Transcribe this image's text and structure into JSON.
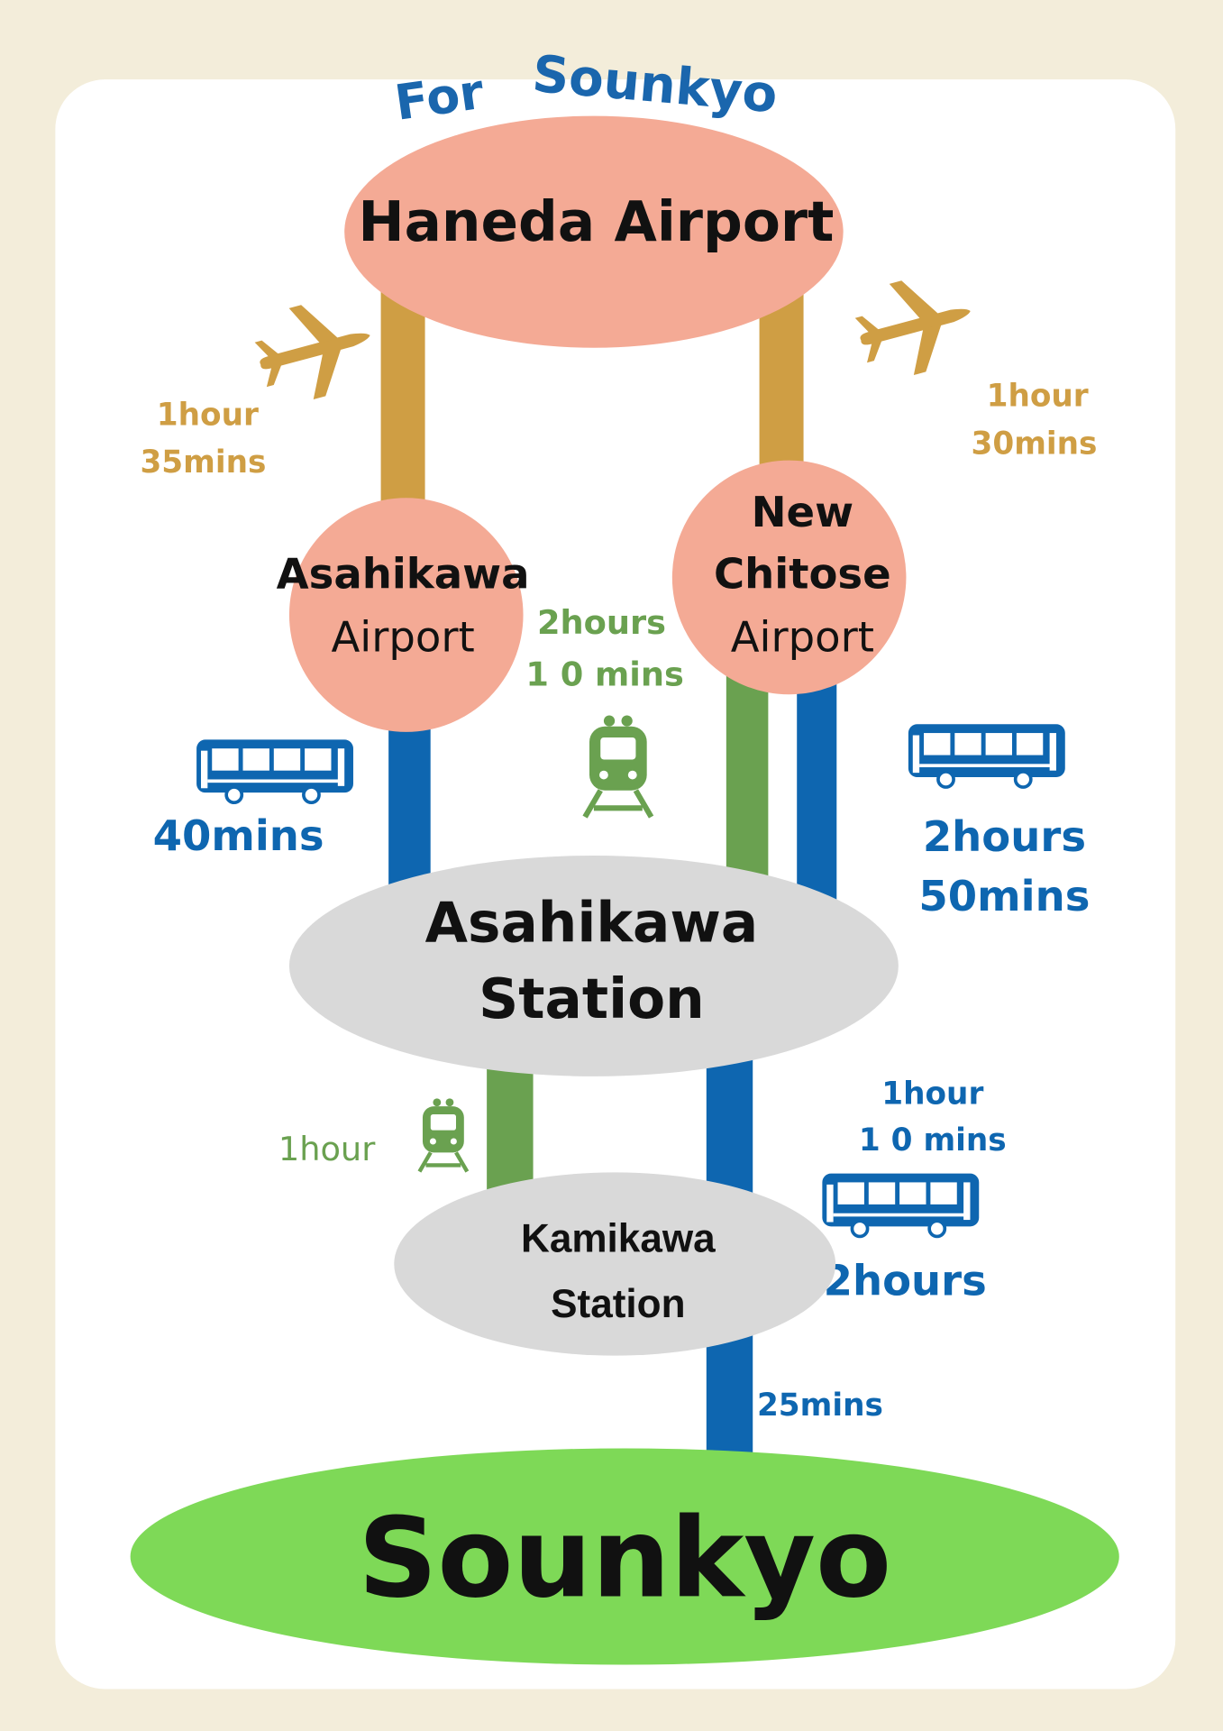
{
  "header": {
    "for_label": "For",
    "destination_label": "Sounkyo"
  },
  "nodes": {
    "haneda": "Haneda Airport",
    "asahikawa_airport": {
      "line1": "Asahikawa",
      "line2": "Airport"
    },
    "new_chitose": {
      "line1": "New",
      "line2": "Chitose",
      "line3": "Airport"
    },
    "asahikawa_station": {
      "line1": "Asahikawa",
      "line2": "Station"
    },
    "kamikawa_station": {
      "line1": "Kamikawa",
      "line2": "Station"
    },
    "sounkyo": "Sounkyo"
  },
  "routes": {
    "flight_asahikawa": {
      "line1": "1hour",
      "line2": "35mins",
      "icon": "airplane-icon"
    },
    "flight_chitose": {
      "line1": "1hour",
      "line2": "30mins",
      "icon": "airplane-icon"
    },
    "bus_asahikawa_airport": {
      "label": "40mins",
      "icon": "bus-icon"
    },
    "train_chitose": {
      "line1": "2hours",
      "line2": "1 0 mins",
      "icon": "train-icon"
    },
    "bus_chitose": {
      "line1": "2hours",
      "line2": "50mins",
      "icon": "bus-icon"
    },
    "train_kamikawa": {
      "label": "1hour",
      "icon": "train-icon"
    },
    "bus_station_to_kamikawa": {
      "line1": "1hour",
      "line2": "1 0 mins",
      "icon": "bus-icon"
    },
    "bus_station_to_sounkyo": {
      "label": "2hours"
    },
    "bus_kamikawa_to_sounkyo": {
      "label": "25mins"
    }
  },
  "colors": {
    "background": "#f3edda",
    "card": "#ffffff",
    "airport": "#f4aa95",
    "station": "#d9d9d9",
    "destination": "#7ed957",
    "flight": "#cf9e44",
    "train": "#6aa150",
    "bus": "#0e66b0"
  }
}
